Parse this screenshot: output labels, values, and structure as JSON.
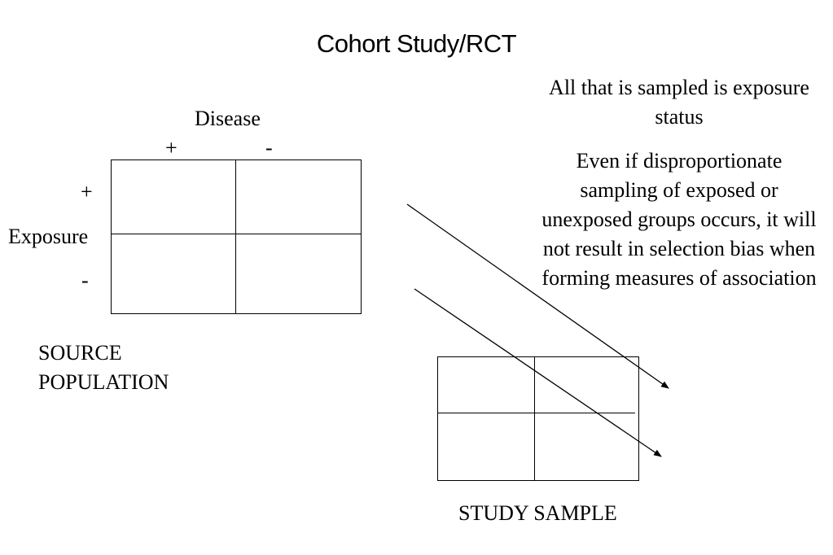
{
  "title": "Cohort Study/RCT",
  "source_table": {
    "column_header": "Disease",
    "column_plus": "+",
    "column_minus": "-",
    "row_header": "Exposure",
    "row_plus": "+",
    "row_minus": "-",
    "label_line1": "SOURCE",
    "label_line2": "POPULATION"
  },
  "study_sample": {
    "label": "STUDY SAMPLE"
  },
  "notes": {
    "sampled": "All that is sampled is exposure status",
    "bias": "Even if disproportionate sampling of exposed or unexposed groups occurs, it will not result in selection bias when forming measures of association"
  }
}
